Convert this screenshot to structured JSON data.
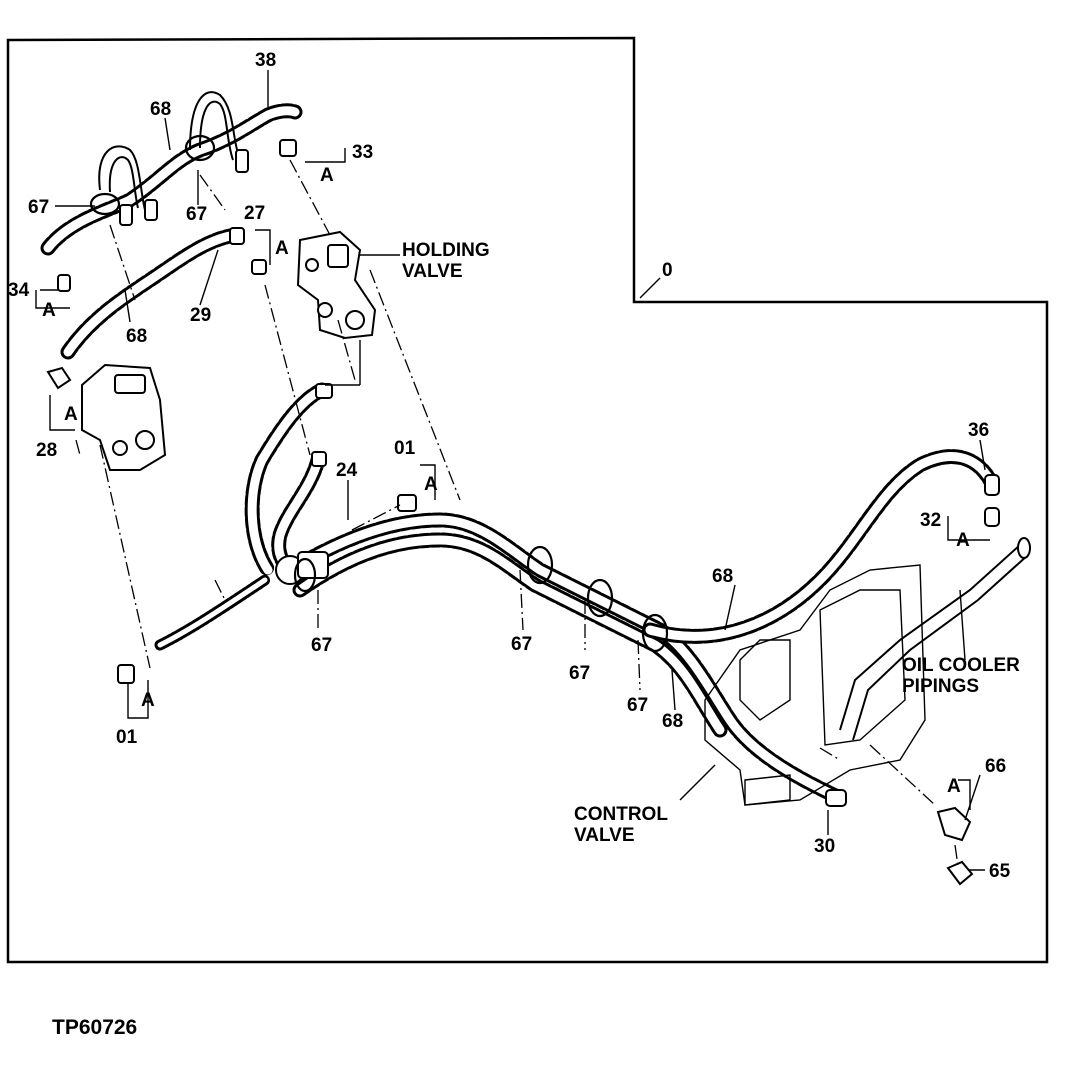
{
  "figure_id": "TP60726",
  "callouts": {
    "holding_valve": [
      "HOLDING",
      "VALVE"
    ],
    "oil_cooler_pipings": [
      "OIL COOLER",
      "PIPINGS"
    ],
    "control_valve": [
      "CONTROL",
      "VALVE"
    ]
  },
  "part_numbers": {
    "n38": "38",
    "n68a": "68",
    "n33": "33",
    "n67a": "67",
    "n67b": "67",
    "n27": "27",
    "n34": "34",
    "n68b": "68",
    "n29": "29",
    "n0": "0",
    "n28": "28",
    "n01a": "01",
    "n24": "24",
    "n36": "36",
    "n32": "32",
    "n68c": "68",
    "n67c": "67",
    "n67d": "67",
    "n67e": "67",
    "n67f": "67",
    "n68d": "68",
    "n01b": "01",
    "n66": "66",
    "n30": "30",
    "n65": "65"
  },
  "detail_marks": {
    "a1": "A",
    "a2": "A",
    "a3": "A",
    "a4": "A",
    "a5": "A",
    "a6": "A",
    "a7": "A",
    "a8": "A"
  }
}
